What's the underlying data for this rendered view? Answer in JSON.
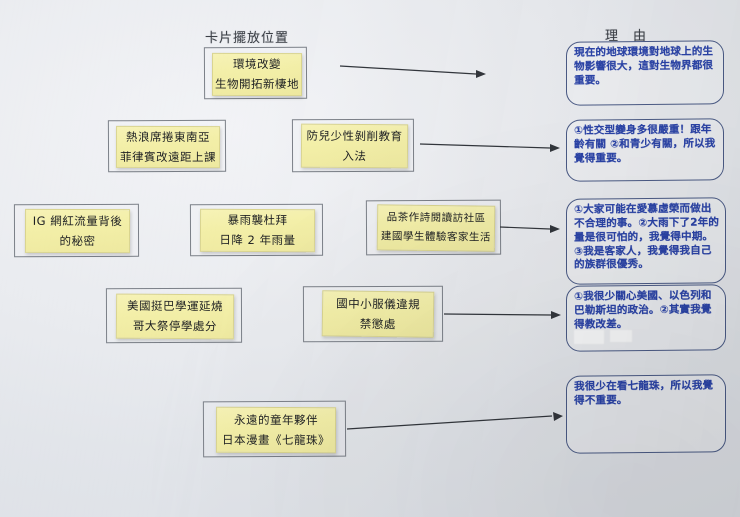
{
  "board": {
    "background_color": "#e7eaef",
    "sticky_color": "#f3efa8",
    "ink_color": "#2a43a8",
    "line_color": "#32363c"
  },
  "headings": {
    "cards_column": "卡片擺放位置",
    "reasons_column": "理　由"
  },
  "cards": [
    {
      "id": "card-environment",
      "line1": "環境改變",
      "line2": "生物開拓新棲地"
    },
    {
      "id": "card-heatwave",
      "line1": "熱浪席捲東南亞",
      "line2": "菲律賓改遠距上課"
    },
    {
      "id": "card-child-protection",
      "line1": "防兒少性剝削教育",
      "line2": "入法"
    },
    {
      "id": "card-ig-influencer",
      "line1": "IG 網紅流量背後",
      "line2": "的秘密"
    },
    {
      "id": "card-dubai-rain",
      "line1": "暴雨襲杜拜",
      "line2": "日降 2 年雨量"
    },
    {
      "id": "card-hakka-visit",
      "line1": "品茶作詩閱讀訪社區",
      "line2": "建國學生體驗客家生活"
    },
    {
      "id": "card-columbia-protest",
      "line1": "美國挺巴學運延燒",
      "line2": "哥大祭停學處分"
    },
    {
      "id": "card-dress-code",
      "line1": "國中小服儀違規",
      "line2": "禁懲處"
    },
    {
      "id": "card-dragonball",
      "line1": "永遠的童年夥伴",
      "line2": "日本漫畫《七龍珠》"
    }
  ],
  "reasons": [
    {
      "id": "reason-environment",
      "text": "現在的地球環境對地球上的生物影響很大，這對生物界都很重要。"
    },
    {
      "id": "reason-heatwave-child",
      "text": "①性交型變身多很嚴重！跟年齡有關 ②和青少有關，所以我覺得重要。"
    },
    {
      "id": "reason-ig-dubai-hakka",
      "text": "①大家可能在愛慕虛榮而做出不合理的事。②大雨下了2年的量是很可怕的，我覺得中期。③我是客家人，我覺得我自己的族群很優秀。"
    },
    {
      "id": "reason-protest-dresscode",
      "text": "①我很少關心美國、以色列和巴勒斯坦的政治。②其實我覺得教改差。"
    },
    {
      "id": "reason-dragonball",
      "text": "我很少在看七龍珠，所以我覺得不重要。"
    }
  ]
}
